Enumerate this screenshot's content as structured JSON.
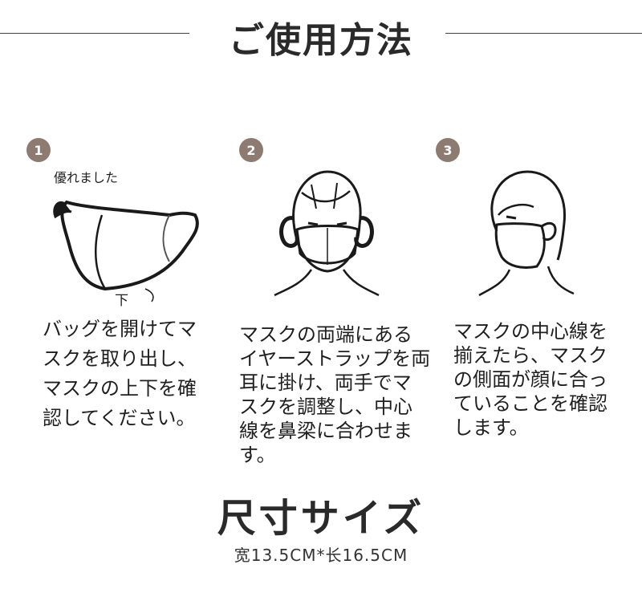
{
  "header": {
    "title": "ご使用方法"
  },
  "steps": [
    {
      "number": "1",
      "note_top": "優れました",
      "note_bottom": "下",
      "text": "バッグを開けてマ\nスクを取り出し、\nマスクの上下を確\n認してください。"
    },
    {
      "number": "2",
      "text": "マスクの両端にある\nイヤーストラップを両\n耳に掛け、両手でマ\nスクを調整し、中心\n線を鼻梁に合わせま\nす。"
    },
    {
      "number": "3",
      "text": "マスクの中心線を\n揃えたら、マスク\nの側面が顔に合っ\nていることを確認\nします。"
    }
  ],
  "size": {
    "title": "尺寸サイズ",
    "text": "宽13.5CM*长16.5CM"
  },
  "colors": {
    "badge": "#8d7b71",
    "line": "#444444",
    "text": "#1f1f1f"
  }
}
